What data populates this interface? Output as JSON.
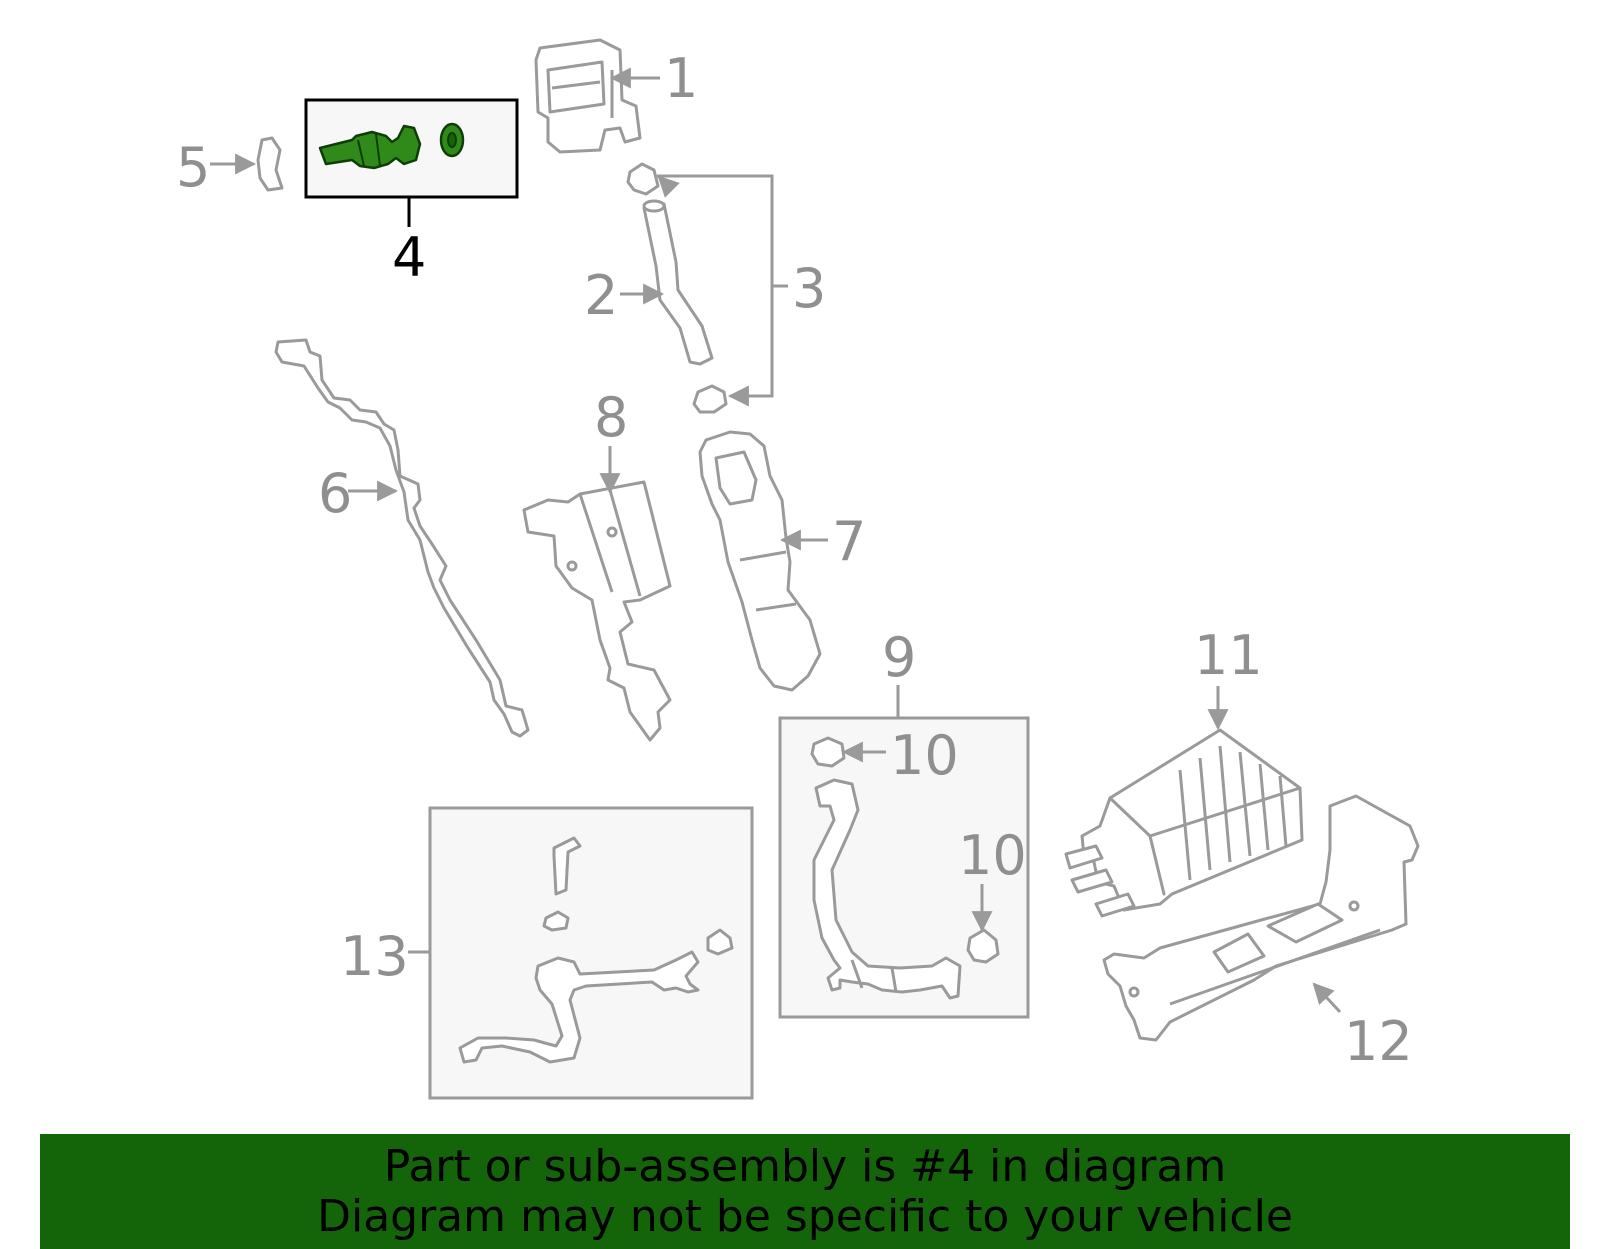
{
  "callouts": {
    "c1": "1",
    "c2": "2",
    "c3": "3",
    "c4": "4",
    "c5": "5",
    "c6": "6",
    "c7": "7",
    "c8": "8",
    "c9": "9",
    "c10a": "10",
    "c10b": "10",
    "c11": "11",
    "c12": "12",
    "c13": "13"
  },
  "highlighted_part": "4",
  "banner": {
    "line1": "Part or sub-assembly is #4 in diagram",
    "line2": "Diagram may not be specific to your vehicle"
  },
  "colors": {
    "banner_bg": "#14650a",
    "highlight": "#2f8a1a",
    "line_gray": "#9a9a9a"
  }
}
